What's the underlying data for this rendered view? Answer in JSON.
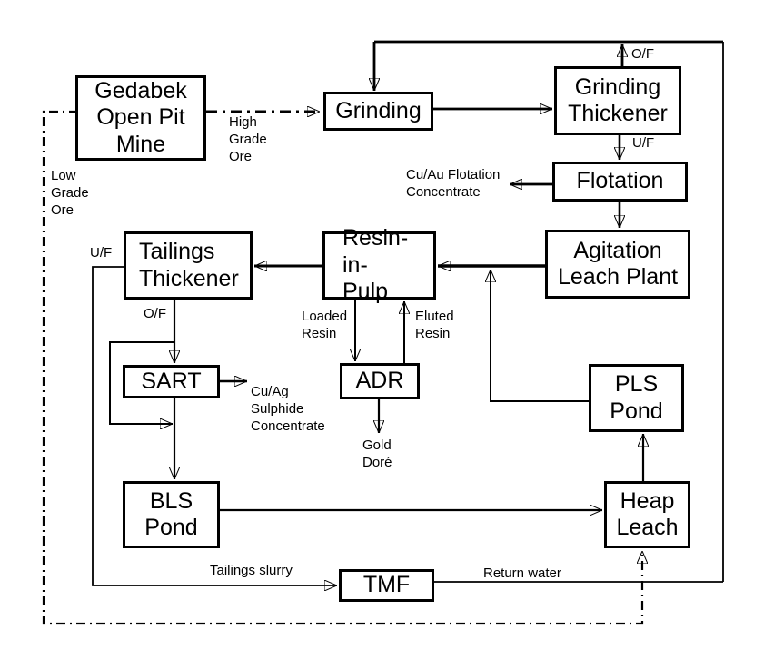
{
  "nodes": {
    "gedabek": "Gedabek\nOpen Pit\nMine",
    "grinding": "Grinding",
    "grinding_thickener": "Grinding\nThickener",
    "flotation": "Flotation",
    "agitation_leach_plant": "Agitation\nLeach Plant",
    "tailings_thickener": "Tailings\nThickener",
    "resin_in_pulp": "Resin-in-\nPulp",
    "sart": "SART",
    "adr": "ADR",
    "pls_pond": "PLS\nPond",
    "bls_pond": "BLS\nPond",
    "heap_leach": "Heap\nLeach",
    "tmf": "TMF"
  },
  "labels": {
    "of_top": "O/F",
    "uf_top": "U/F",
    "high_grade_ore": "High\nGrade\nOre",
    "low_grade_ore": "Low\nGrade\nOre",
    "cu_au_flotation_concentrate": "Cu/Au Flotation\nConcentrate",
    "uf_left": "U/F",
    "of_left": "O/F",
    "loaded_resin": "Loaded\nResin",
    "eluted_resin": "Eluted\nResin",
    "cu_ag_sulphide_concentrate": "Cu/Ag\nSulphide\nConcentrate",
    "gold_dore": "Gold\nDoré",
    "tailings_slurry": "Tailings slurry",
    "return_water": "Return water"
  },
  "colors": {
    "line": "#000000",
    "background": "#ffffff"
  }
}
